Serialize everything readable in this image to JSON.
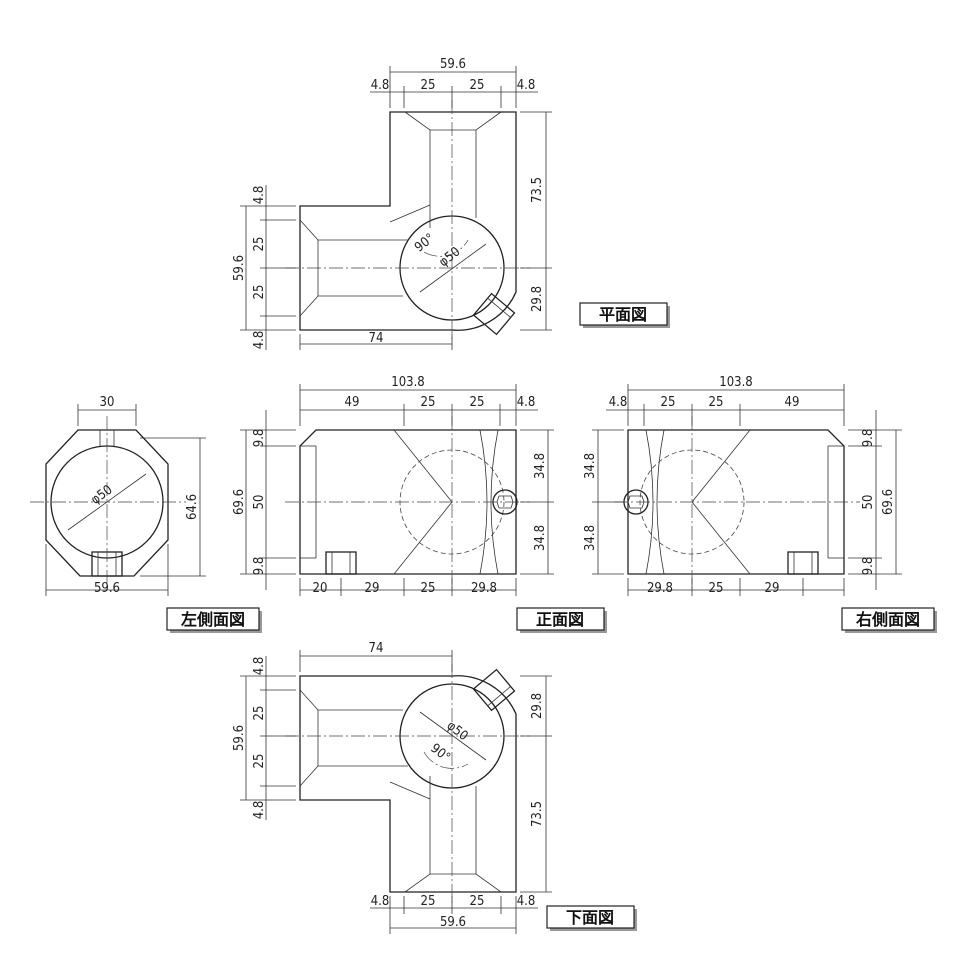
{
  "views": {
    "top": {
      "title": "平面図",
      "dims": [
        "59.6",
        "4.8",
        "25",
        "25",
        "4.8",
        "73.5",
        "29.8",
        "4.8",
        "25",
        "25",
        "4.8",
        "59.6",
        "74",
        "90°",
        "φ50"
      ]
    },
    "front": {
      "title": "正面図",
      "dims": [
        "103.8",
        "49",
        "25",
        "25",
        "4.8",
        "9.8",
        "50",
        "9.8",
        "69.6",
        "34.8",
        "34.8",
        "20",
        "29",
        "25",
        "29.8"
      ]
    },
    "left": {
      "title": "左側面図",
      "dims": [
        "30",
        "64.6",
        "59.6",
        "φ50"
      ]
    },
    "right": {
      "title": "右側面図",
      "dims": [
        "103.8",
        "4.8",
        "25",
        "25",
        "49",
        "34.8",
        "34.8",
        "9.8",
        "50",
        "9.8",
        "69.6",
        "29.8",
        "25",
        "29"
      ]
    },
    "bottom": {
      "title": "下面図",
      "dims": [
        "74",
        "4.8",
        "25",
        "25",
        "4.8",
        "59.6",
        "29.8",
        "73.5",
        "4.8",
        "25",
        "25",
        "4.8",
        "59.6",
        "φ50",
        "90°"
      ]
    }
  }
}
